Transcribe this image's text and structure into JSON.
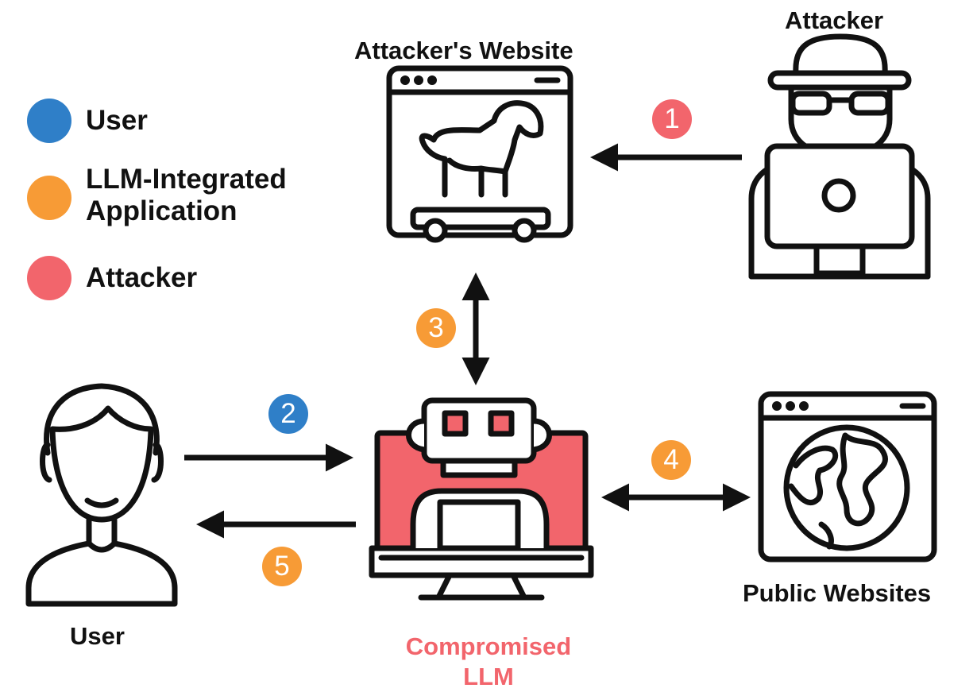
{
  "colors": {
    "user": "#2f7fc8",
    "app": "#f79b36",
    "attacker": "#f2656c",
    "line": "#111111",
    "compromised_text": "#f2656c"
  },
  "legend": [
    {
      "label": "User",
      "color_role": "user"
    },
    {
      "label": "LLM-Integrated Application",
      "color_role": "app"
    },
    {
      "label": "Attacker",
      "color_role": "attacker"
    }
  ],
  "nodes": {
    "attacker_website": {
      "label": "Attacker's Website",
      "icon": "trojan-horse-browser-icon"
    },
    "attacker": {
      "label": "Attacker",
      "icon": "hacker-laptop-icon"
    },
    "user": {
      "label": "User",
      "icon": "user-icon"
    },
    "llm": {
      "label": "Compromised LLM",
      "label_line1": "Compromised",
      "label_line2": "LLM",
      "icon": "robot-monitor-icon"
    },
    "public_websites": {
      "label": "Public Websites",
      "icon": "globe-browser-icon"
    }
  },
  "steps": [
    {
      "number": "1",
      "color_role": "attacker",
      "from": "attacker",
      "to": "attacker_website"
    },
    {
      "number": "2",
      "color_role": "user",
      "from": "user",
      "to": "llm"
    },
    {
      "number": "3",
      "color_role": "app",
      "from": "llm",
      "to": "attacker_website",
      "bidirectional": true
    },
    {
      "number": "4",
      "color_role": "app",
      "from": "llm",
      "to": "public_websites",
      "bidirectional": true
    },
    {
      "number": "5",
      "color_role": "app",
      "from": "llm",
      "to": "user"
    }
  ]
}
